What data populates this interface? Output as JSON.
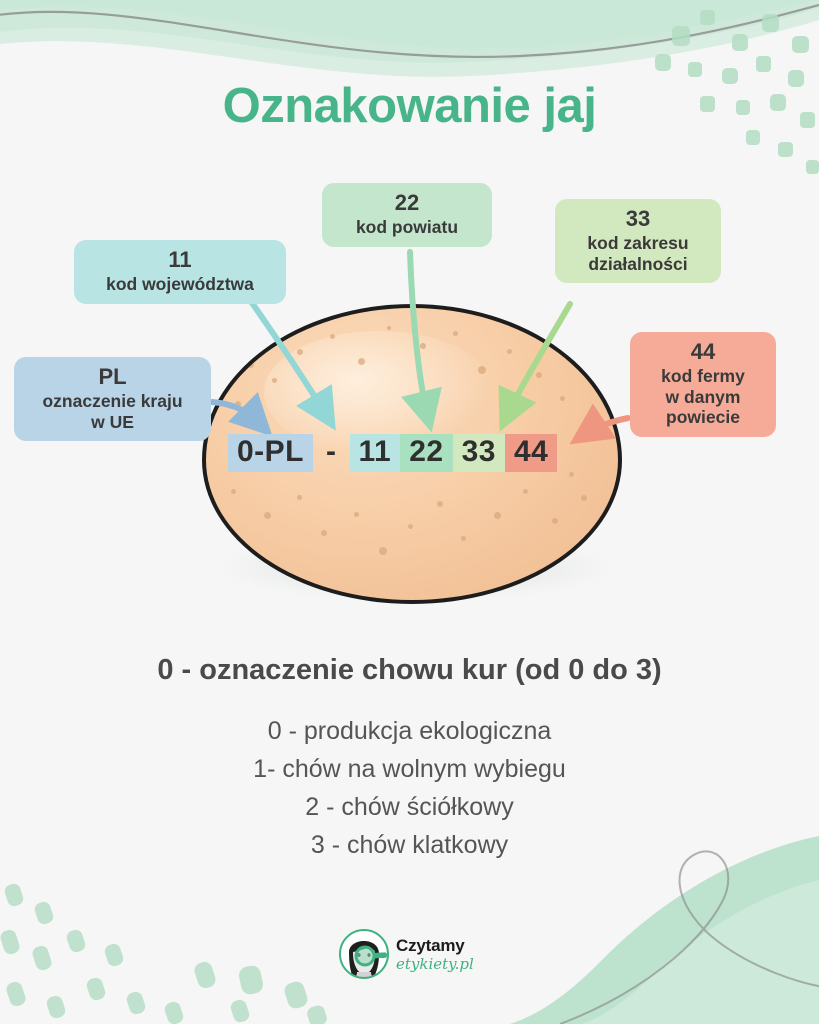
{
  "page": {
    "title": "Oznakowanie jaj",
    "background_color": "#f5f6f5",
    "accent_green": "#48b489"
  },
  "callouts": [
    {
      "id": "pl",
      "code": "PL",
      "description_lines": [
        "oznaczenie kraju",
        "w UE"
      ],
      "color": "#b9d4e6",
      "arrow_color": "#8fb8d8"
    },
    {
      "id": "11",
      "code": "11",
      "description_lines": [
        "kod województwa"
      ],
      "color": "#b9e4e4",
      "arrow_color": "#93d6d6"
    },
    {
      "id": "22",
      "code": "22",
      "description_lines": [
        "kod powiatu"
      ],
      "color": "#c3e6cc",
      "arrow_color": "#9ad9b2"
    },
    {
      "id": "33",
      "code": "33",
      "description_lines": [
        "kod zakresu",
        "działalności"
      ],
      "color": "#d2e8bf",
      "arrow_color": "#a9d98f"
    },
    {
      "id": "44",
      "code": "44",
      "description_lines": [
        "kod fermy",
        "w danym",
        "powiecie"
      ],
      "color": "#f6ab99",
      "arrow_color": "#ef9681"
    }
  ],
  "egg_code": {
    "segments": [
      {
        "text": "0-PL",
        "color": "#b9d4e6"
      },
      {
        "text": "-",
        "color": "transparent"
      },
      {
        "text": "11",
        "color": "#b9e4e4"
      },
      {
        "text": "22",
        "color": "#a9e0bf"
      },
      {
        "text": "33",
        "color": "#d2e8bf"
      },
      {
        "text": "44",
        "color": "#f09b87"
      }
    ]
  },
  "farming": {
    "heading": "0 - oznaczenie chowu kur (od 0 do 3)",
    "items": [
      "0 - produkcja ekologiczna",
      "1- chów na wolnym wybiegu",
      "2 - chów ściółkowy",
      "3 - chów klatkowy"
    ]
  },
  "logo": {
    "line1": "Czytamy",
    "line2": "etykiety.pl"
  }
}
